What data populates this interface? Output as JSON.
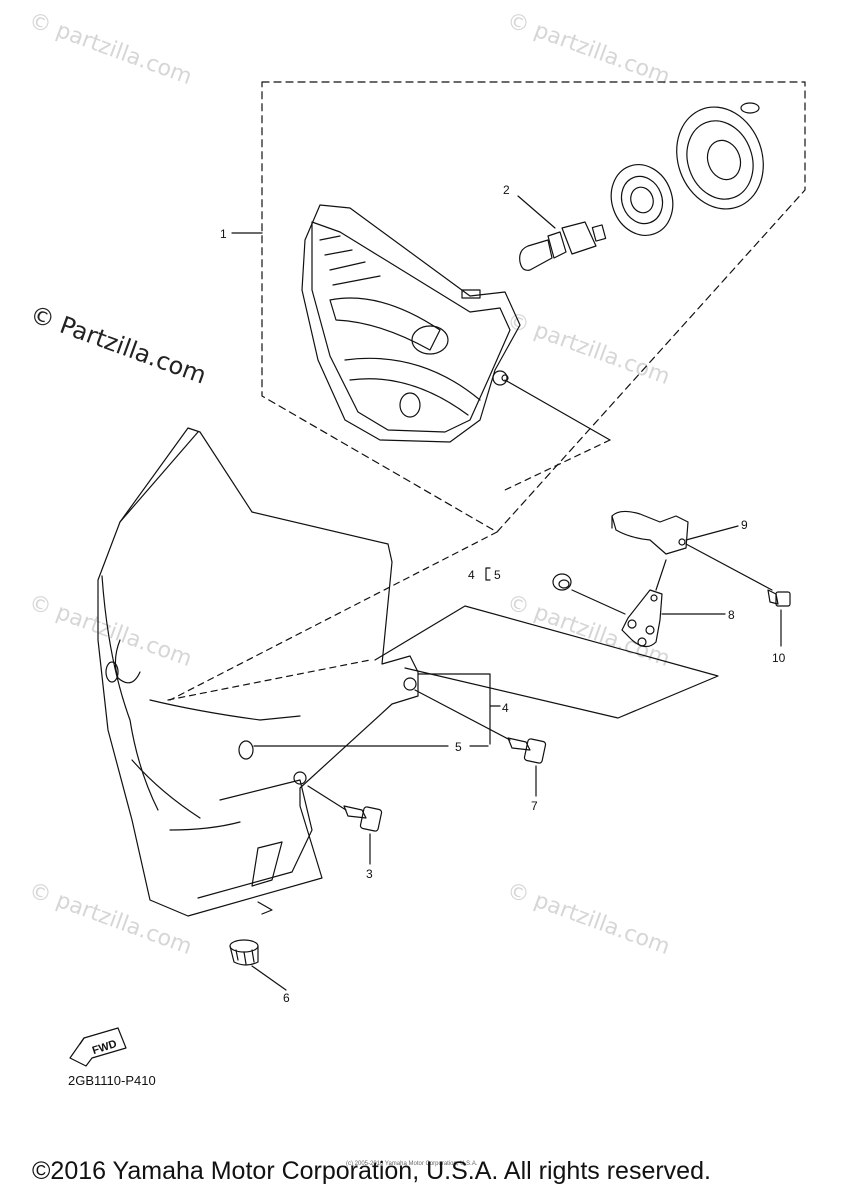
{
  "watermark": {
    "text": "© partzilla.com",
    "logo_text": "© Partzilla.com"
  },
  "callouts": [
    "1",
    "2",
    "3",
    "4",
    "5",
    "6",
    "7",
    "8",
    "9",
    "10"
  ],
  "group_callout": {
    "number": "4",
    "sub": "5"
  },
  "fwd_label": "FWD",
  "diagram_code": "2GB1110-P410",
  "tiny_notice": "(c) 2005-2016 Yamaha Motor Corporation, U.S.A.",
  "footer": {
    "copyright": "©2016 Yamaha Motor Corporation, U.S.A. All rights reserved."
  },
  "colors": {
    "line": "#111111",
    "watermark": "#d6d6d6",
    "background": "#ffffff"
  }
}
